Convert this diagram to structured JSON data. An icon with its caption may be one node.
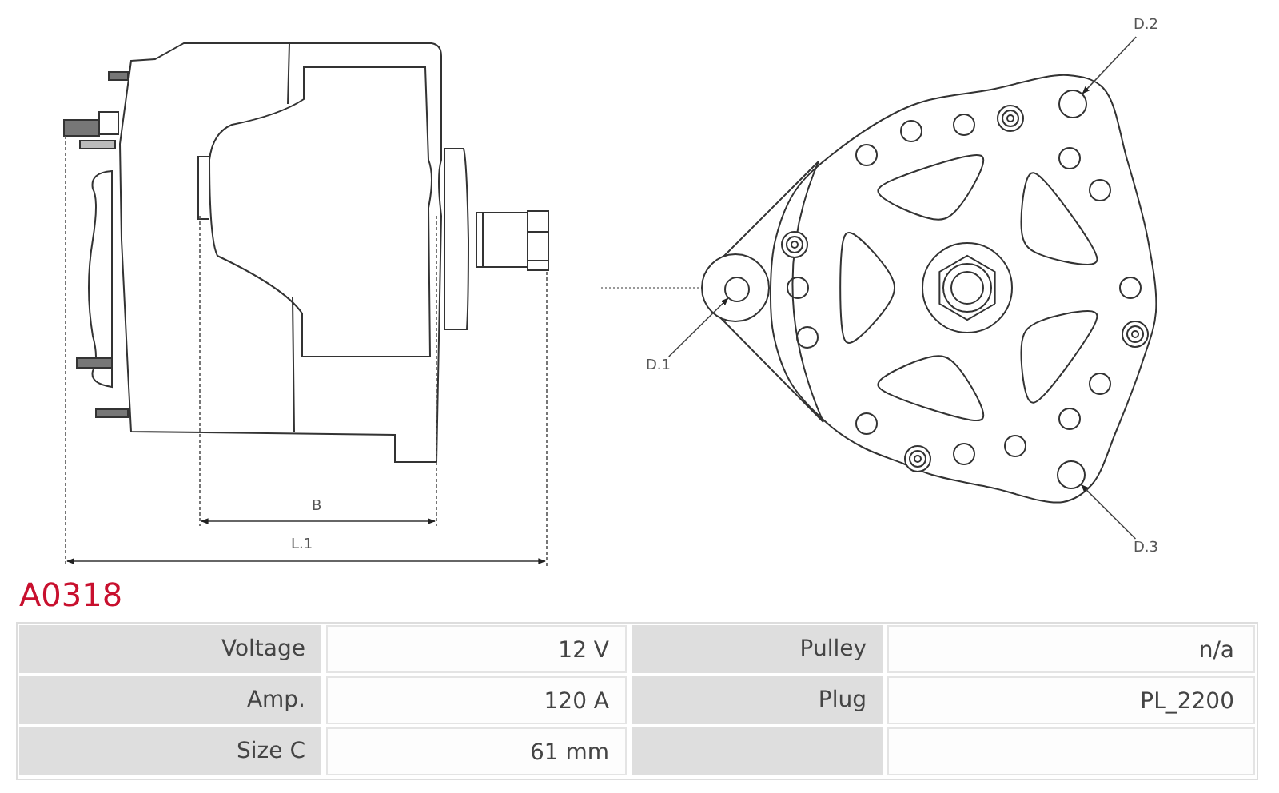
{
  "diagram": {
    "title": "A0318",
    "nodes": [
      {
        "text": [
          "D.1"
        ]
      },
      {
        "text": [],
        "shape": "circle"
      },
      {
        "text": [
          "D.2"
        ]
      },
      {
        "text": [],
        "shape": "circle"
      },
      {
        "text": [
          "D.3"
        ]
      },
      {
        "text": [],
        "shape": "circle"
      }
    ],
    "edges": [
      {
        "from": 0,
        "to": 1,
        "arrow": "to"
      },
      {
        "from": 2,
        "to": 3,
        "arrow": "to"
      },
      {
        "from": 4,
        "to": 5,
        "arrow": "to"
      }
    ],
    "labels": [
      "B",
      "L.1",
      "Voltage",
      "12 V",
      "Pulley",
      "n/a",
      "Amp.",
      "120 A",
      "Plug",
      "PL_2200",
      "Size C",
      "61 mm"
    ]
  }
}
